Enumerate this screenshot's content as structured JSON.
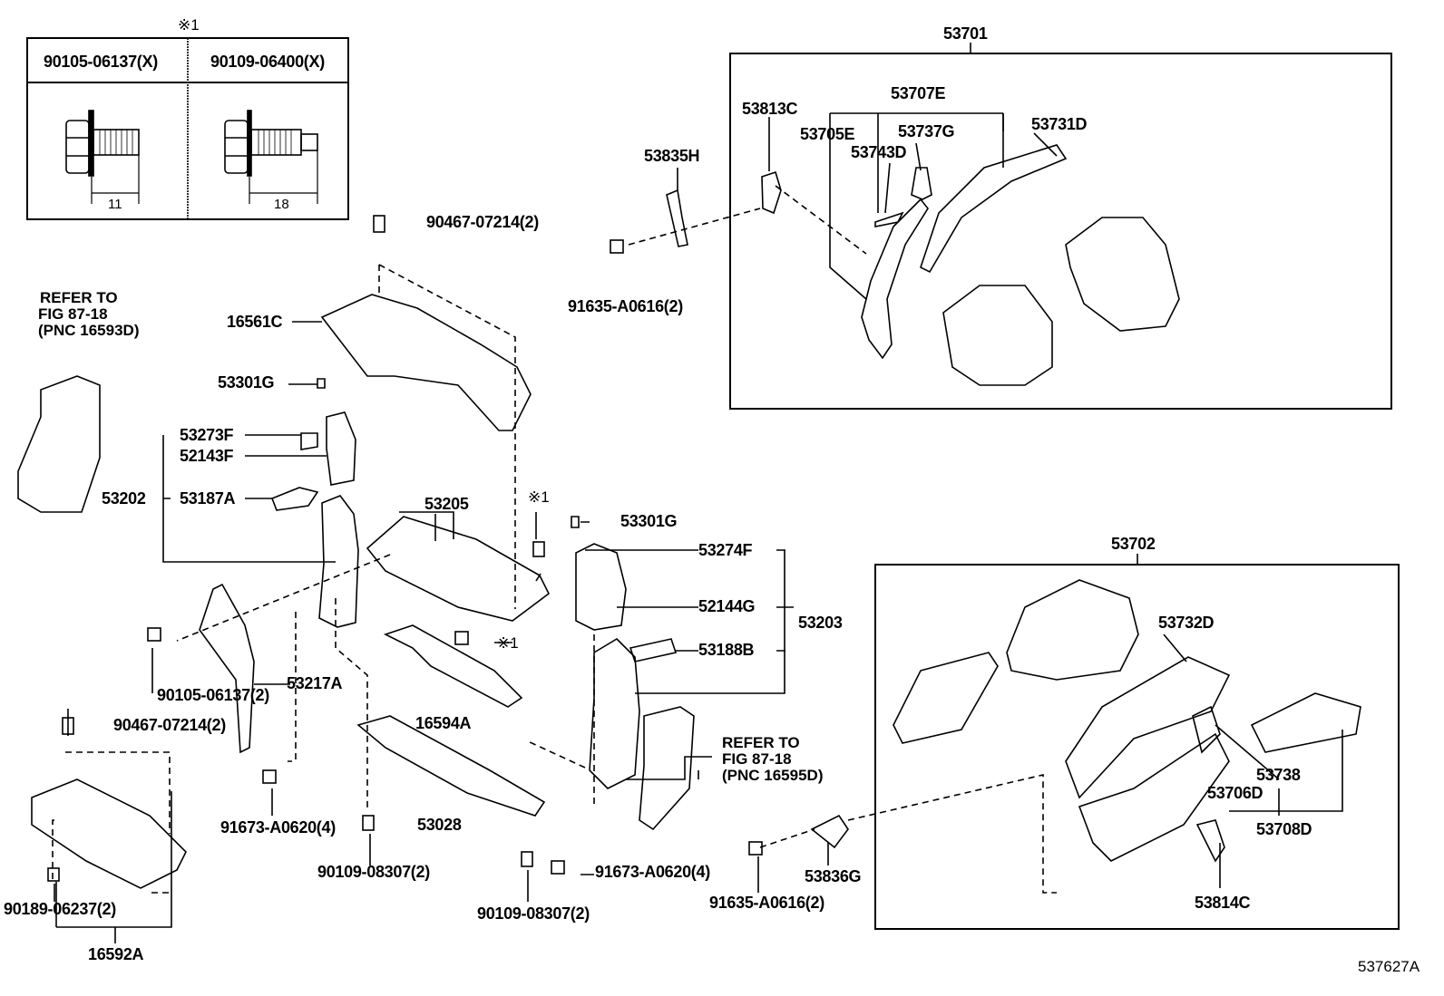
{
  "figure_id": "537627A",
  "inset": {
    "note_mark": "※1",
    "columns": [
      {
        "part": "90105-06137(X)",
        "length": "11"
      },
      {
        "part": "90109-06400(X)",
        "length": "18"
      }
    ]
  },
  "groups": {
    "g53701": "53701",
    "g53702": "53702",
    "g53202": "53202",
    "g53203": "53203",
    "g53707E": "53707E"
  },
  "labels": {
    "p53813C": "53813C",
    "p53705E": "53705E",
    "p53737G": "53737G",
    "p53731D": "53731D",
    "p53743D": "53743D",
    "p53835H": "53835H",
    "p90467a": "90467-07214(2)",
    "p91635a": "91635-A0616(2)",
    "p16561C": "16561C",
    "p53301Ga": "53301G",
    "p53273F": "53273F",
    "p52143F": "52143F",
    "p53187A": "53187A",
    "p53205": "53205",
    "mark1a": "※1",
    "p53301Gb": "53301G",
    "p53274F": "53274F",
    "p52144G": "52144G",
    "p53188B": "53188B",
    "mark1b": "※1",
    "p53732D": "53732D",
    "p90105": "90105-06137(2)",
    "p53217A": "53217A",
    "p16594A": "16594A",
    "p90467b": "90467-07214(2)",
    "p53738": "53738",
    "p53706D": "53706D",
    "p53708D": "53708D",
    "p53028": "53028",
    "p91673a": "91673-A0620(4)",
    "p53836G": "53836G",
    "p90109a": "90109-08307(2)",
    "p91673b": "91673-A0620(4)",
    "p91635b": "91635-A0616(2)",
    "p53814C": "53814C",
    "p90189": "90189-06237(2)",
    "p90109b": "90109-08307(2)",
    "p16592A": "16592A"
  },
  "refers": [
    {
      "line1": "REFER TO",
      "line2": "FIG 87-18",
      "line3": "(PNC 16593D)"
    },
    {
      "line1": "REFER TO",
      "line2": "FIG 87-18",
      "line3": "(PNC 16595D)"
    }
  ]
}
